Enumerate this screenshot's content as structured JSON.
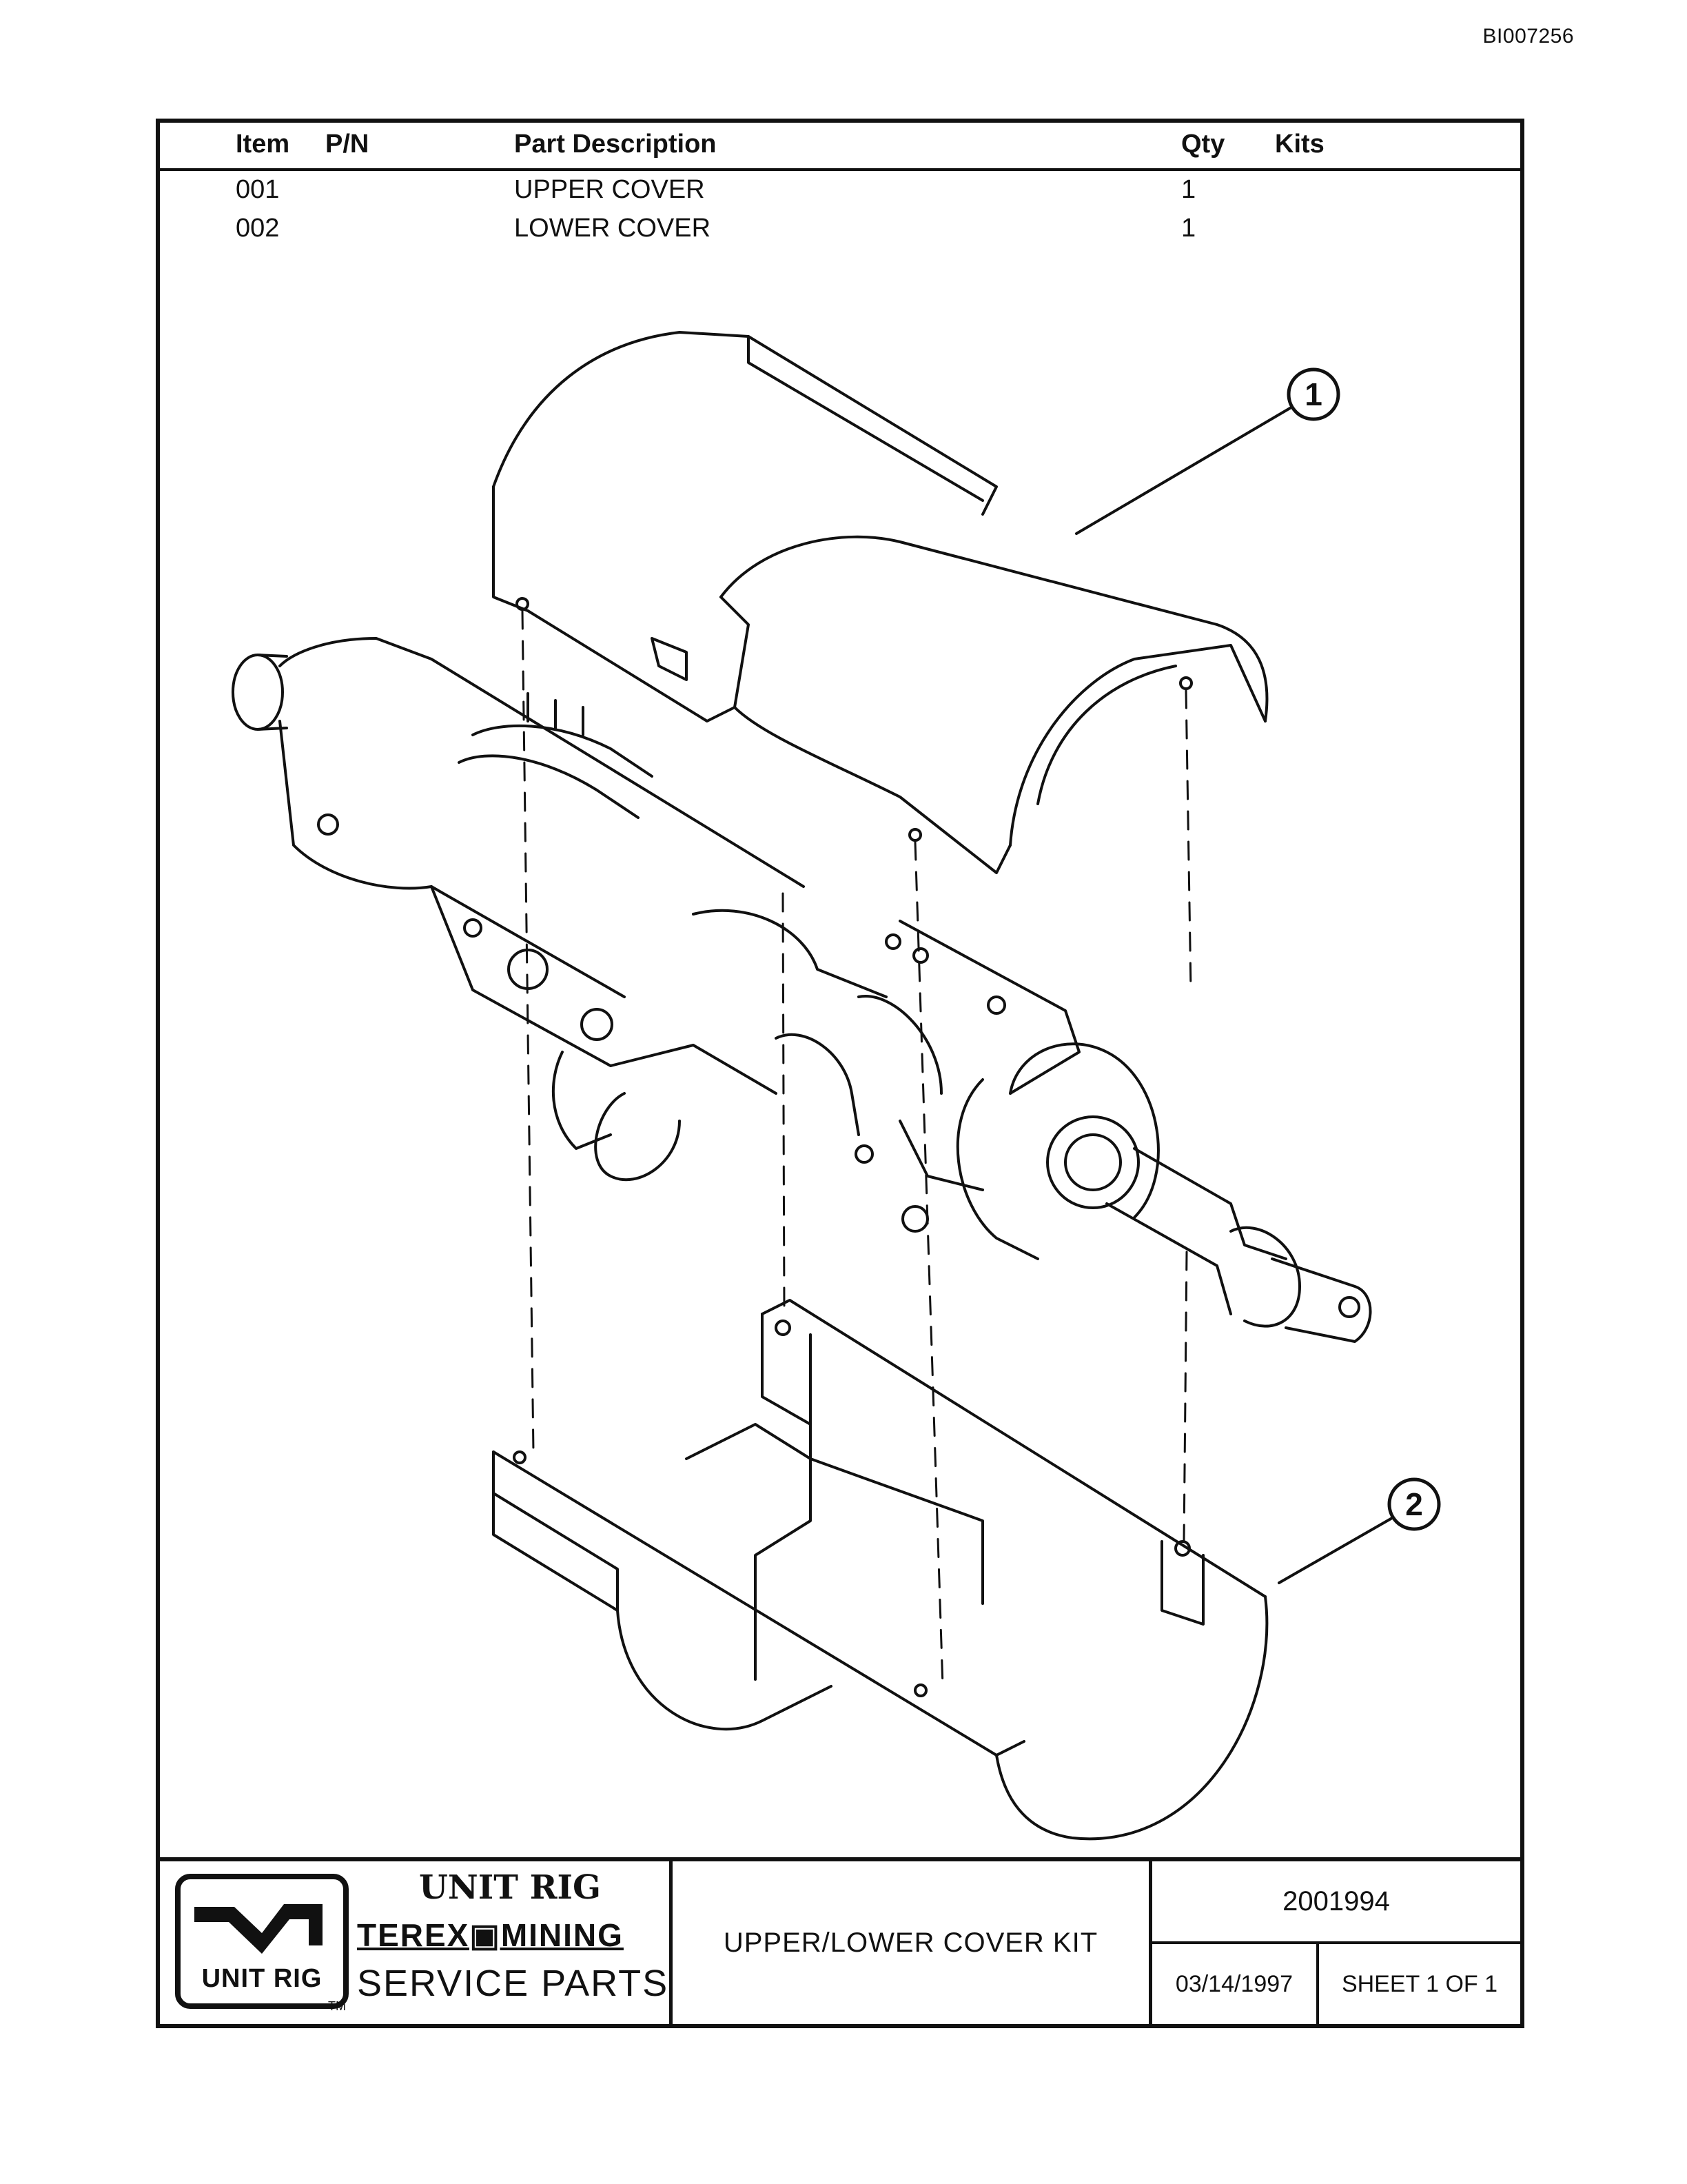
{
  "doc_id": "BI007256",
  "parts_table": {
    "headers": {
      "item": "Item",
      "pn": "P/N",
      "description": "Part Description",
      "qty": "Qty",
      "kits": "Kits"
    },
    "rows": [
      {
        "item": "001",
        "pn": "",
        "description": "UPPER COVER",
        "qty": "1",
        "kits": ""
      },
      {
        "item": "002",
        "pn": "",
        "description": "LOWER COVER",
        "qty": "1",
        "kits": ""
      }
    ]
  },
  "drawing": {
    "callouts": [
      "1",
      "2"
    ]
  },
  "title_block": {
    "logo_text": "UNIT RIG",
    "trademark": "TM",
    "brand_line1": "UNIT RIG",
    "brand_line2": "TEREX▣MINING",
    "brand_line3": "SERVICE PARTS",
    "drawing_title": "UPPER/LOWER COVER KIT",
    "part_number": "2001994",
    "date": "03/14/1997",
    "sheet": "SHEET 1 OF 1"
  }
}
